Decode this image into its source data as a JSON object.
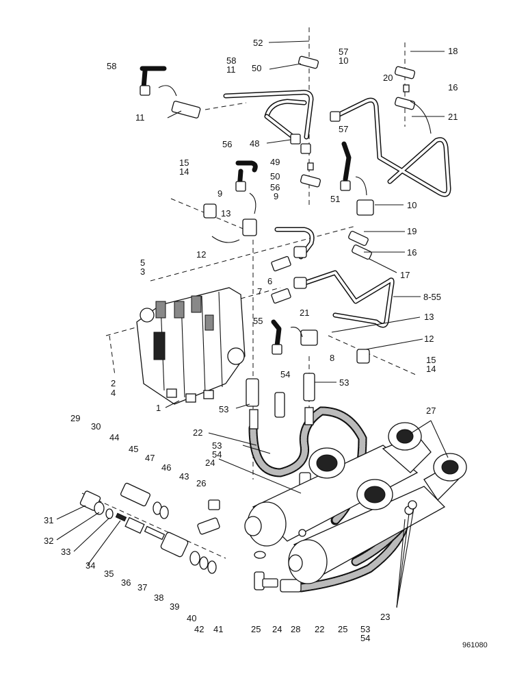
{
  "diagram": {
    "drawing_ref": "961080",
    "callouts": {
      "c52": "52",
      "c58a": "58",
      "c58b": "58",
      "c11a": "11",
      "c11b": "11",
      "c50a": "50",
      "c57a": "57",
      "c10a": "10",
      "c18": "18",
      "c20": "20",
      "c16a": "16",
      "c21a": "21",
      "c48": "48",
      "c56a": "56",
      "c57b": "57",
      "c15a": "15",
      "c14a": "14",
      "c49": "49",
      "c50b": "50",
      "c51": "51",
      "c9a": "9",
      "c56b": "56",
      "c9b": "9",
      "c10b": "10",
      "c13a": "13",
      "c19": "19",
      "c12a": "12",
      "c16b": "16",
      "c17": "17",
      "c5": "5",
      "c3": "3",
      "c6": "6",
      "c7": "7",
      "c855": "8-55",
      "c21b": "21",
      "c13b": "13",
      "c55": "55",
      "c12b": "12",
      "c8": "8",
      "c15b": "15",
      "c14b": "14",
      "c2": "2",
      "c4": "4",
      "c54a": "54",
      "c53a": "53",
      "c1": "1",
      "c53b": "53",
      "c27": "27",
      "c29": "29",
      "c30": "30",
      "c44": "44",
      "c45": "45",
      "c47": "47",
      "c46": "46",
      "c22a": "22",
      "c53c": "53",
      "c54b": "54",
      "c24a": "24",
      "c26": "26",
      "c43": "43",
      "c31": "31",
      "c32": "32",
      "c33": "33",
      "c34": "34",
      "c35": "35",
      "c36": "36",
      "c37": "37",
      "c38": "38",
      "c39": "39",
      "c40": "40",
      "c42": "42",
      "c41": "41",
      "c25a": "25",
      "c24b": "24",
      "c28": "28",
      "c22b": "22",
      "c25b": "25",
      "c53d": "53",
      "c54c": "54",
      "c23": "23"
    }
  }
}
